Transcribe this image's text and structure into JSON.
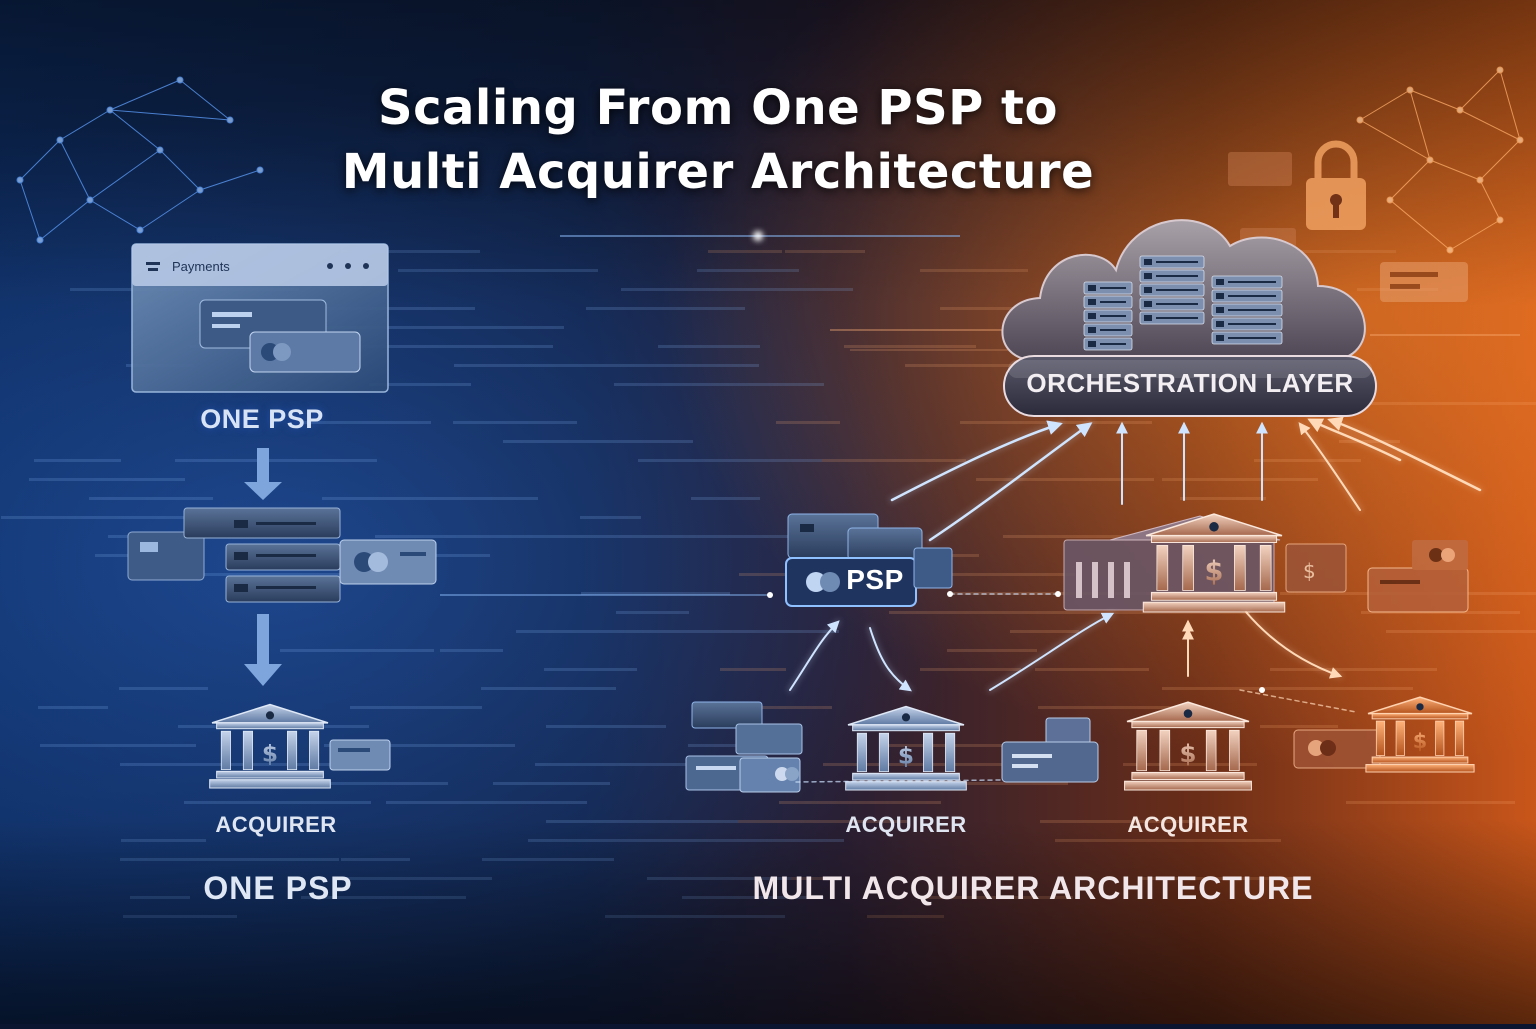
{
  "title": {
    "line1": "Scaling From One PSP to",
    "line2": "Multi Acquirer Architecture"
  },
  "left": {
    "window_title": "Payments",
    "node_label": "ONE PSP",
    "acquirer_label": "ACQUIRER",
    "section_label": "ONE PSP"
  },
  "right": {
    "orchestration_label": "ORCHESTRATION LAYER",
    "psp_label": "PSP",
    "acquirer_labels": [
      "ACQUIRER",
      "ACQUIRER"
    ],
    "section_label": "MULTI ACQUIRER ARCHITECTURE"
  },
  "colors": {
    "left_accent": "#2f6fd6",
    "right_accent": "#ff7a1a",
    "background_dark": "#0b1530"
  },
  "icons": [
    "lock-icon",
    "cloud-icon",
    "server-stack-icon",
    "bank-icon",
    "credit-card-icon",
    "network-nodes-icon"
  ]
}
